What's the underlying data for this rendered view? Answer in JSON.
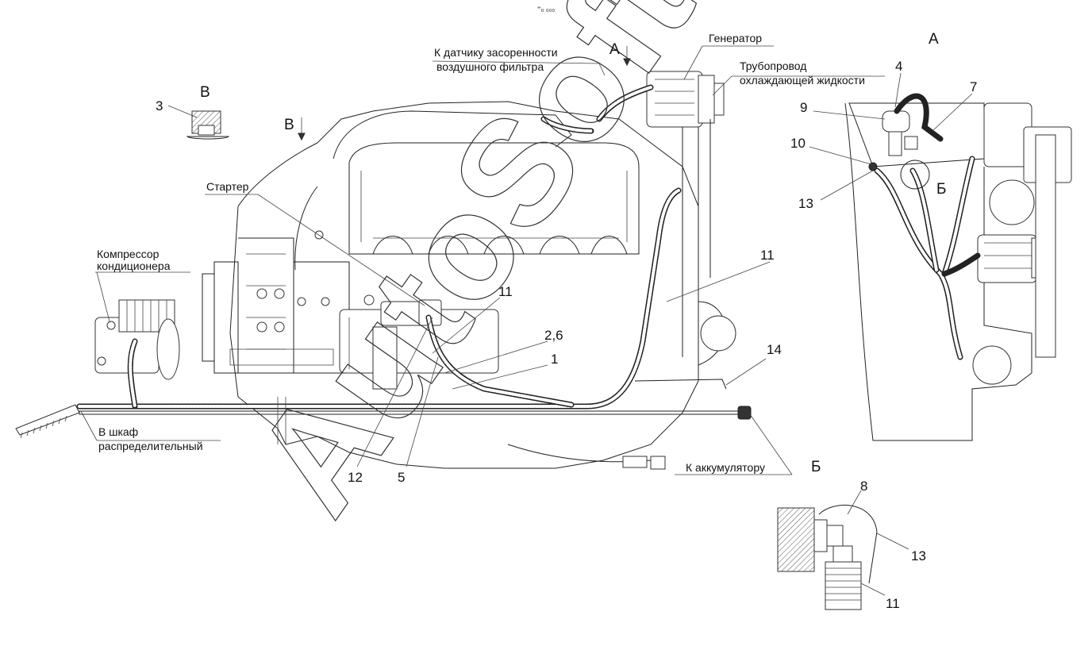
{
  "top_mark": "⁼₀ ₀₀₀",
  "views": {
    "A_main": "А",
    "B_main": "В",
    "A_inset": "А",
    "B_inset": "В",
    "Bb_inset": "Б",
    "Bb_small": "Б"
  },
  "labels": {
    "air_filter_line1": "К датчику засоренности",
    "air_filter_line2": "воздушного фильтра",
    "generator": "Генератор",
    "coolant_line1": "Трубопровод",
    "coolant_line2": "охлаждающей жидкости",
    "starter": "Стартер",
    "compressor_line1": "Компрессор",
    "compressor_line2": "кондиционера",
    "cabinet_line1": "В шкаф",
    "cabinet_line2": "распределительный",
    "battery": "К аккумулятору"
  },
  "callouts": {
    "c3": "3",
    "c11_a": "11",
    "c11_b": "11",
    "c2_6": "2,6",
    "c1": "1",
    "c14": "14",
    "c12": "12",
    "c5": "5",
    "c4": "4",
    "c7": "7",
    "c9": "9",
    "c10": "10",
    "c13_a": "13",
    "c8": "8",
    "c13_b": "13",
    "c11_c": "11"
  },
  "watermark": "AutoSoft"
}
